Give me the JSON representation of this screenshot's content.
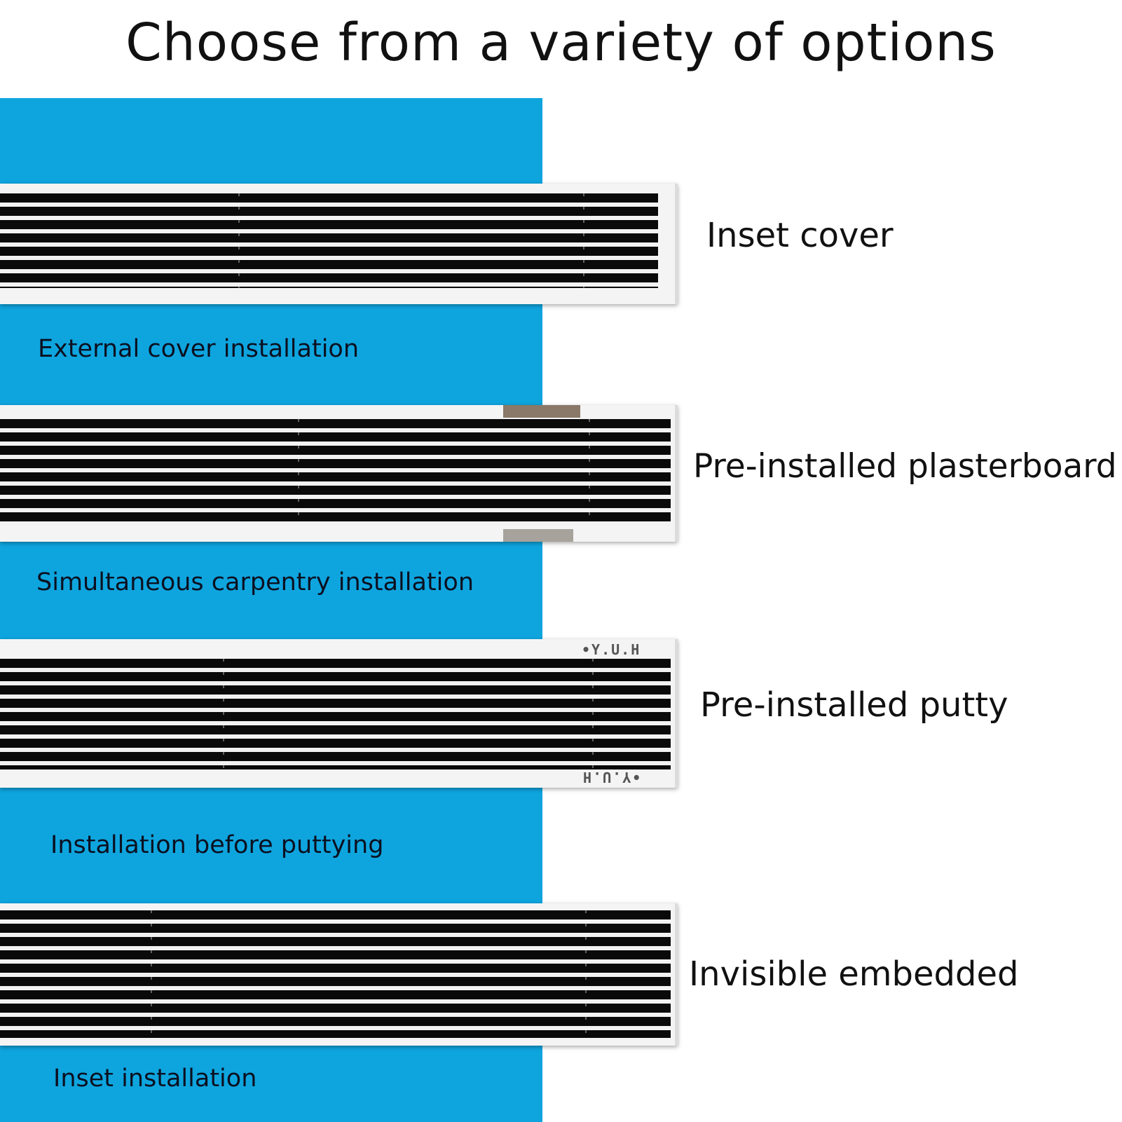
{
  "title": "Choose from a variety of options",
  "colors": {
    "panel_blue": "#0ea5df",
    "slat_black": "#0a0a0a",
    "frame_white": "#f4f4f4"
  },
  "options": [
    {
      "caption": "External cover installation",
      "label": "Inset cover"
    },
    {
      "caption": "Simultaneous carpentry installation",
      "label": "Pre-installed plasterboard"
    },
    {
      "caption": "Installation before puttying",
      "label": "Pre-installed putty"
    },
    {
      "caption": "Inset installation",
      "label": "Invisible embedded"
    }
  ],
  "stamp_text": "•Y.U.H"
}
